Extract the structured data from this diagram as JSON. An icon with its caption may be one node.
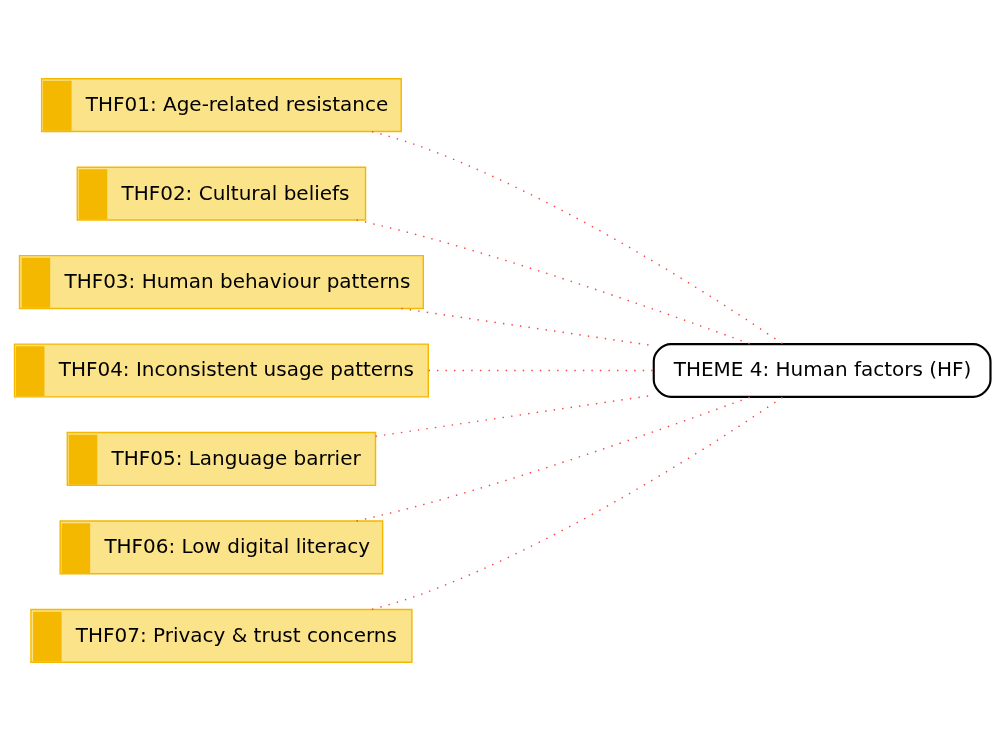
{
  "diagram": {
    "nodes": [
      {
        "text": [
          "THF01: Age-related resistance"
        ]
      },
      {
        "text": [
          "THF02: Cultural beliefs"
        ]
      },
      {
        "text": [
          "THF03: Human behaviour patterns"
        ]
      },
      {
        "text": [
          "THF04: Inconsistent usage patterns"
        ]
      },
      {
        "text": [
          "THF05: Language barrier"
        ]
      },
      {
        "text": [
          "THF06: Low digital literacy"
        ]
      },
      {
        "text": [
          "THF07: Privacy & trust concerns"
        ]
      },
      {
        "text": [
          "THEME 4: Human factors (HF)"
        ]
      }
    ],
    "edges": [
      {
        "from": 0,
        "to": 7,
        "arrow": "none",
        "style": "dashed"
      },
      {
        "from": 1,
        "to": 7,
        "arrow": "none",
        "style": "dashed"
      },
      {
        "from": 2,
        "to": 7,
        "arrow": "none",
        "style": "dashed"
      },
      {
        "from": 3,
        "to": 7,
        "arrow": "none",
        "style": "dashed"
      },
      {
        "from": 4,
        "to": 7,
        "arrow": "none",
        "style": "dashed"
      },
      {
        "from": 5,
        "to": 7,
        "arrow": "none",
        "style": "dashed"
      },
      {
        "from": 6,
        "to": 7,
        "arrow": "none",
        "style": "dashed"
      }
    ]
  }
}
